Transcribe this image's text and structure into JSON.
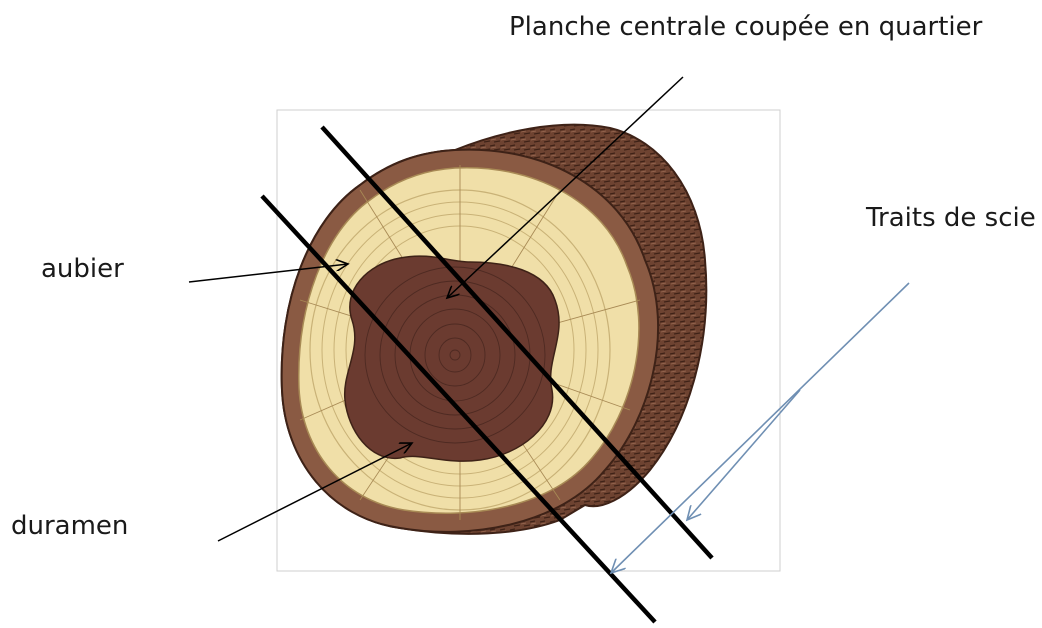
{
  "labels": {
    "title": "Planche centrale coupée en quartier",
    "sapwood": "aubier",
    "heartwood": "duramen",
    "saw_cuts": "Traits de scie"
  },
  "colors": {
    "bark_dark": "#4a2a1c",
    "bark": "#6e4331",
    "bark_light": "#8a5a43",
    "sapwood": "#f0dfa8",
    "sapwood_ring": "#c9b277",
    "heartwood": "#6b3b30",
    "heartwood_ring": "#4e2a22",
    "saw_line": "#000000",
    "blue_arrow": "#6f8fb3",
    "frame": "#cfcfcf"
  },
  "icons": [
    "log-cross-section-illustration"
  ]
}
